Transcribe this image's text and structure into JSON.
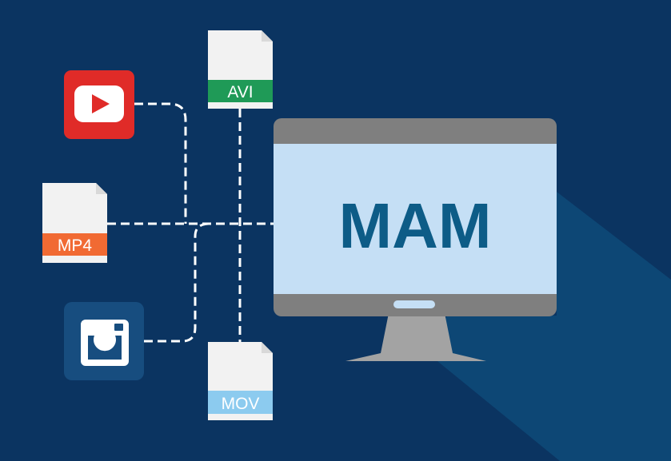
{
  "colors": {
    "background": "#0b3461",
    "shadow": "#0d4775",
    "screen": "#c5dff5",
    "bezel": "#7f7f7f",
    "stand": "#a3a3a3",
    "mam_text": "#0d5c87",
    "youtube": "#e02b28",
    "instagram": "#174d7f",
    "avi_band": "#1f9a57",
    "mp4_band": "#f16a33",
    "mov_band": "#8ccbef",
    "file_paper": "#f2f2f2",
    "connector": "#ffffff"
  },
  "monitor": {
    "label": "MAM"
  },
  "sources": {
    "youtube": {
      "icon": "youtube-icon"
    },
    "instagram": {
      "icon": "instagram-icon"
    },
    "avi": {
      "icon": "file-icon",
      "label": "AVI"
    },
    "mp4": {
      "icon": "file-icon",
      "label": "MP4"
    },
    "mov": {
      "icon": "file-icon",
      "label": "MOV"
    }
  }
}
